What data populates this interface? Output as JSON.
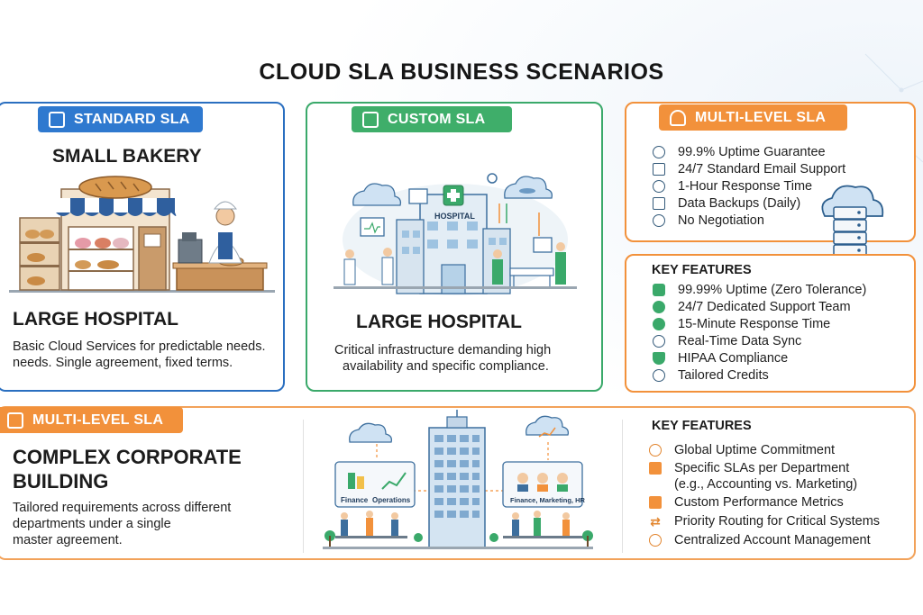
{
  "title": "CLOUD SLA BUSINESS SCENARIOS",
  "standard": {
    "badge": "STANDARD SLA",
    "heading": "SMALL BAKERY",
    "subheading": "LARGE HOSPITAL",
    "description_1": "Basic Cloud Services for predictable needs.",
    "description_2": "needs. Single agreement, fixed terms."
  },
  "custom": {
    "badge": "CUSTOM SLA",
    "building_sign": "HOSPITAL",
    "heading": "LARGE HOSPITAL",
    "description_1": "Critical infrastructure demanding high",
    "description_2": "availability and specific compliance."
  },
  "multilevel_top": {
    "badge": "MULTI-LEVEL SLA",
    "items": [
      {
        "icon": "clock-icon",
        "text": "99.9% Uptime Guarantee"
      },
      {
        "icon": "calendar-icon",
        "text": "24/7 Standard Email Support"
      },
      {
        "icon": "headset-icon",
        "text": "1-Hour Response Time"
      },
      {
        "icon": "backup-icon",
        "text": "Data Backups (Daily)"
      },
      {
        "icon": "cloud-icon",
        "text": "No Negotiation"
      }
    ]
  },
  "custom_features": {
    "title": "KEY FEATURES",
    "items": [
      {
        "icon": "bar-chart-icon",
        "text": "99.99% Uptime (Zero Tolerance)"
      },
      {
        "icon": "support-team-icon",
        "text": "24/7 Dedicated Support Team"
      },
      {
        "icon": "timer-icon",
        "text": "15-Minute Response Time"
      },
      {
        "icon": "sync-icon",
        "text": "Real-Time Data Sync"
      },
      {
        "icon": "shield-icon",
        "text": "HIPAA Compliance"
      },
      {
        "icon": "credits-icon",
        "text": "Tailored Credits"
      }
    ]
  },
  "corporate": {
    "badge": "MULTI-LEVEL SLA",
    "heading_1": "COMPLEX CORPORATE",
    "heading_2": "BUILDING",
    "description_1": "Tailored requirements across different",
    "description_2": "departments under a single",
    "description_3": "master agreement.",
    "label_finance": "Finance",
    "label_operations": "Operations",
    "label_departments": "Finance, Marketing, HR"
  },
  "corporate_features": {
    "title": "KEY FEATURES",
    "items": [
      {
        "icon": "globe-icon",
        "text": "Global Uptime Commitment"
      },
      {
        "icon": "departments-icon",
        "text": "Specific SLAs per Department",
        "text2": "(e.g., Accounting vs. Marketing)"
      },
      {
        "icon": "metrics-icon",
        "text": "Custom Performance Metrics"
      },
      {
        "icon": "routing-icon",
        "text": "Priority Routing for Critical Systems"
      },
      {
        "icon": "account-icon",
        "text": "Centralized Account Management"
      }
    ]
  },
  "colors": {
    "standard": "#2f79cf",
    "custom": "#3fae6a",
    "multilevel": "#f2913b"
  }
}
